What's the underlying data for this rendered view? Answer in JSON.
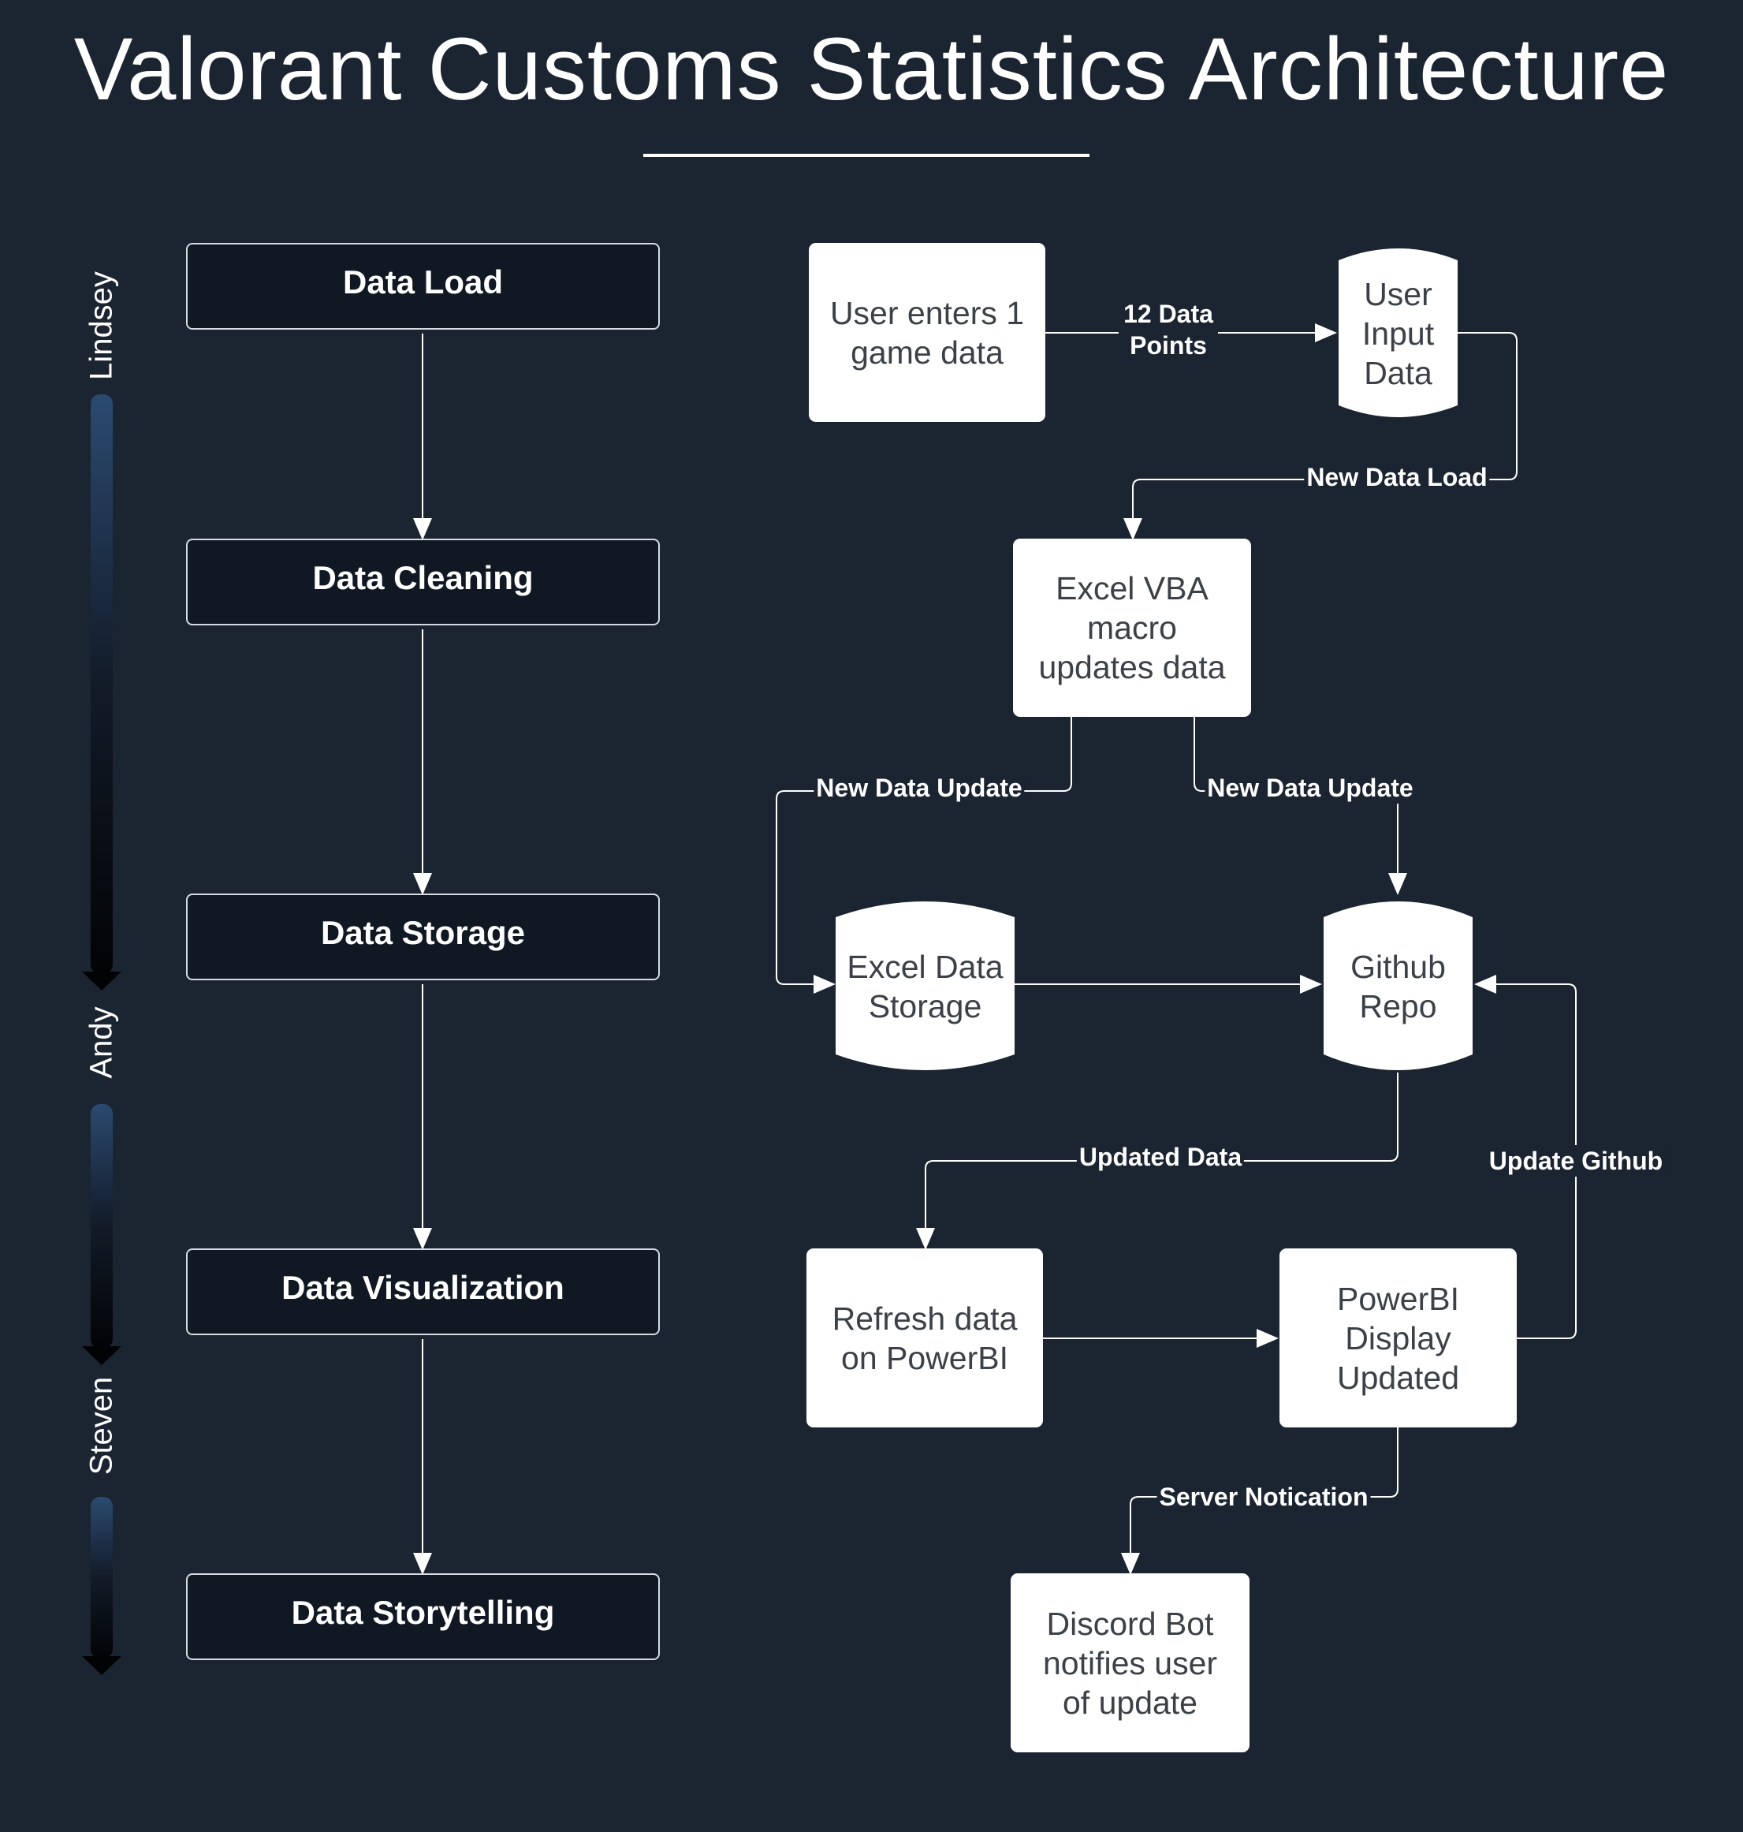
{
  "title": "Valorant Customs Statistics Architecture",
  "lanes": {
    "lindsey": "Lindsey",
    "andy": "Andy",
    "steven": "Steven"
  },
  "stages": {
    "load": "Data Load",
    "cleaning": "Data Cleaning",
    "storage": "Data Storage",
    "visualization": "Data Visualization",
    "storytelling": "Data Storytelling"
  },
  "nodes": {
    "user_enters": "User enters 1 game data",
    "user_input_data": "User Input Data",
    "excel_vba": "Excel VBA macro updates data",
    "excel_storage": "Excel Data Storage",
    "github_repo": "Github Repo",
    "refresh_powerbi": "Refresh data on PowerBI",
    "powerbi_display": "PowerBI Display Updated",
    "discord_bot": "Discord Bot notifies user of update"
  },
  "edges": {
    "data_points": "12 Data Points",
    "new_data_load": "New Data Load",
    "new_data_update_left": "New Data Update",
    "new_data_update_right": "New Data Update",
    "updated_data": "Updated Data",
    "update_github": "Update Github",
    "server_notification": "Server Notication"
  },
  "colors": {
    "background": "#1b2431",
    "stage_fill": "#101923",
    "node_fill": "#ffffff",
    "node_text": "#3b4148",
    "lane_bar_top": "#2b4a70"
  }
}
